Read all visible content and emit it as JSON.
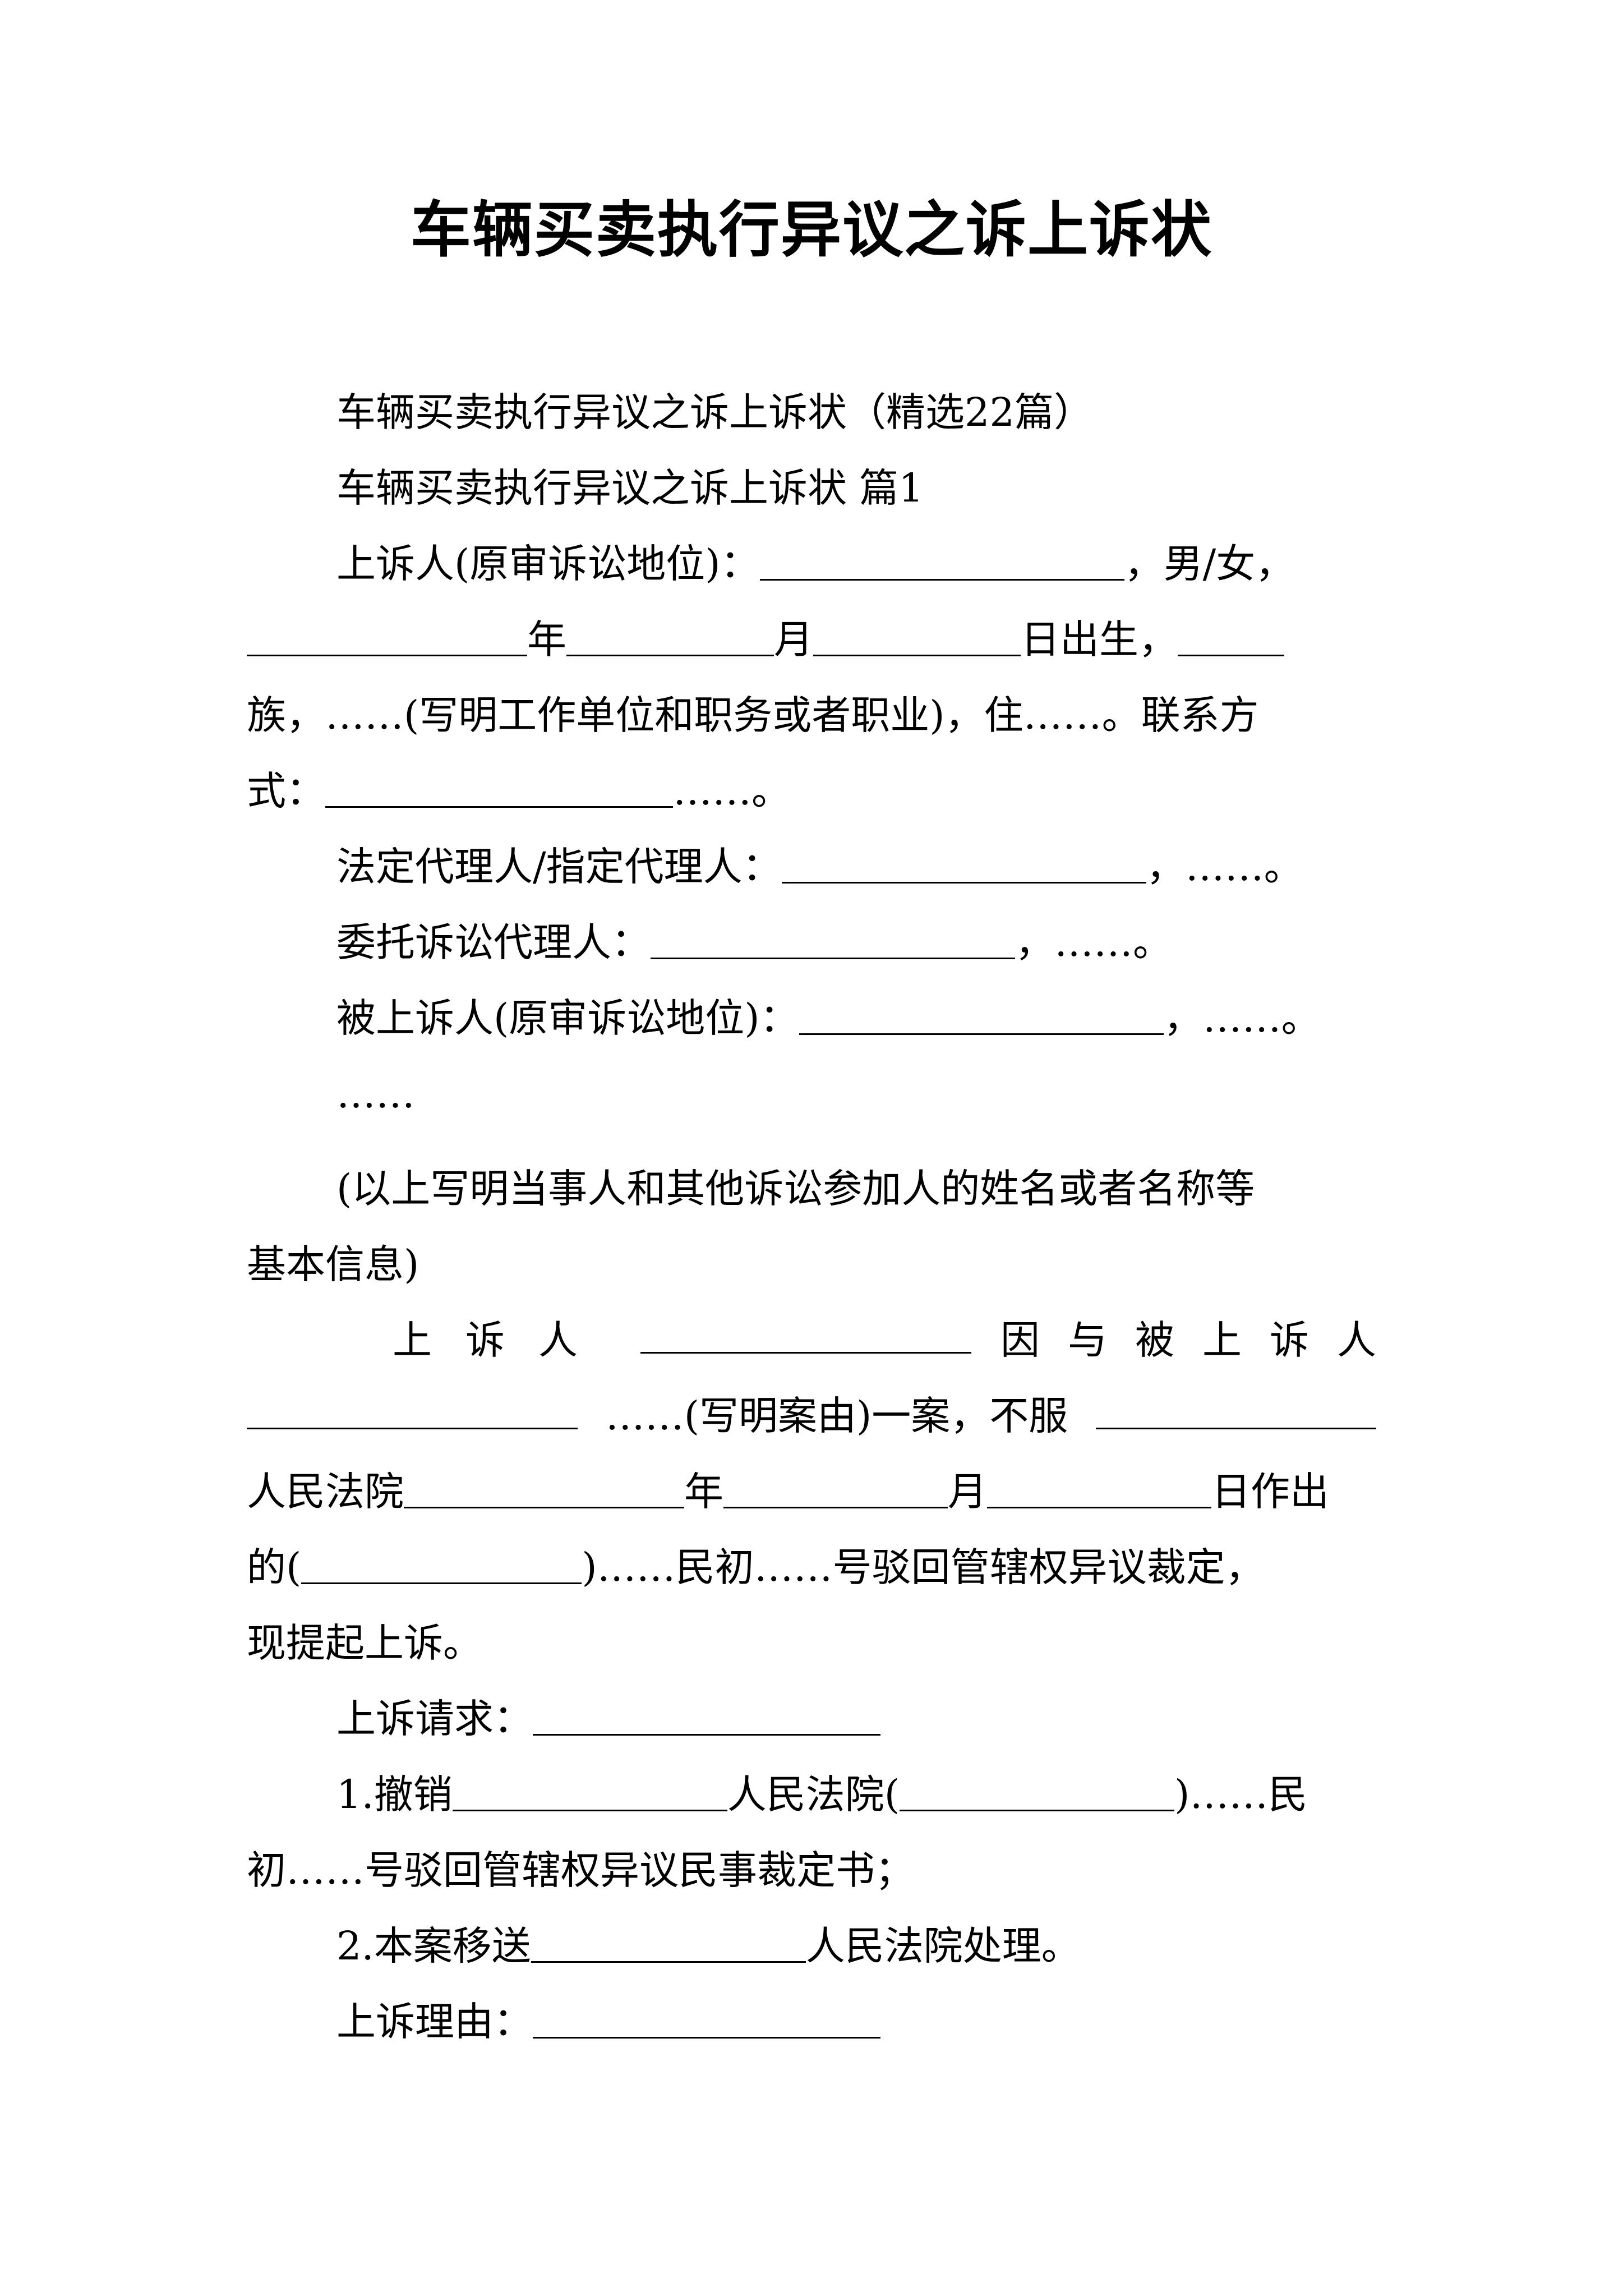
{
  "title": "车辆买卖执行异议之诉上诉状",
  "lines": {
    "l1": "车辆买卖执行异议之诉上诉状（精选22篇）",
    "l2": "车辆买卖执行异议之诉上诉状 篇1",
    "l3a": "上诉人(原审诉讼地位)：",
    "l3b": "，男/女，",
    "l4a": "年",
    "l4b": "月",
    "l4c": "日出生，",
    "l5": "族，……(写明工作单位和职务或者职业)，住……。联系方",
    "l6a": "式：",
    "l6b": "……。",
    "l7a": "法定代理人/指定代理人：",
    "l7b": "，……。",
    "l8a": "委托诉讼代理人：",
    "l8b": "，……。",
    "l9a": "被上诉人(原审诉讼地位)：",
    "l9b": "，……。",
    "l10": "……",
    "l11": "(以上写明当事人和其他诉讼参加人的姓名或者名称等",
    "l12": "基本信息)",
    "l13a": "上诉人",
    "l13b": "因与被上诉人",
    "l14a": "……(写明案由)一案，不服",
    "l15a": "人民法院",
    "l15b": "年",
    "l15c": "月",
    "l15d": "日作出",
    "l16a": "的(",
    "l16b": ")……民初……号驳回管辖权异议裁定，",
    "l17": "现提起上诉。",
    "l18a": "上诉请求：",
    "l19a": "1.撤销",
    "l19b": "人民法院(",
    "l19c": ")……民",
    "l20": "初……号驳回管辖权异议民事裁定书；",
    "l21a": "2.本案移送",
    "l21b": "人民法院处理。",
    "l22a": "上诉理由："
  }
}
